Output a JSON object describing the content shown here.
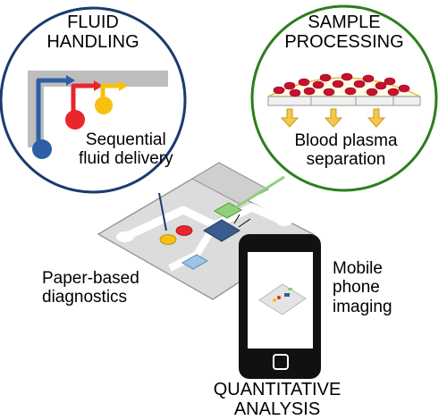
{
  "colors": {
    "fluid_circle_border": "#1b3b6f",
    "sample_circle_border": "#2e7d1e",
    "channel_gray": "#bdbdbd",
    "blue": "#2e5fa6",
    "red": "#e8262b",
    "yellow": "#f5c10e",
    "paper": "#d9d9d9",
    "paper_edge": "#9a9a9a",
    "green_pad": "#8fd07a",
    "light_blue_pad": "#9cc3e8",
    "dark_blue_pad": "#3a5c8f",
    "membrane_fill": "#fffbe7",
    "membrane_border": "#e7b93e",
    "arrow_yellow": "#f6c64d",
    "phone_body": "#111111"
  },
  "fluid_handling": {
    "title_line1": "FLUID",
    "title_line2": "HANDLING",
    "caption_line1": "Sequential",
    "caption_line2": "fluid delivery"
  },
  "sample_processing": {
    "title_line1": "SAMPLE",
    "title_line2": "PROCESSING",
    "caption_line1": "Blood plasma",
    "caption_line2": "separation"
  },
  "device": {
    "label_line1": "Paper-based",
    "label_line2": "diagnostics"
  },
  "phone": {
    "label_line1": "Mobile",
    "label_line2": "phone",
    "label_line3": "imaging"
  },
  "analysis": {
    "label_line1": "QUANTITATIVE",
    "label_line2": "ANALYSIS"
  }
}
